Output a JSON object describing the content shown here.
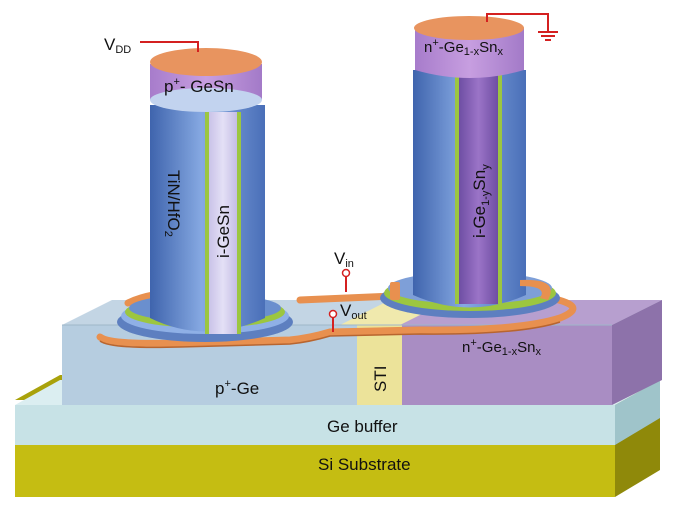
{
  "labels": {
    "vdd_main": "V",
    "vdd_sub": "DD",
    "left_cap_sup": "+",
    "left_cap_main": "p",
    "left_cap_rest": "- GeSn",
    "tin_main": "TiN/HfO",
    "tin_sub": "2",
    "i_gesn": "i-GeSn",
    "right_cap_main": "n",
    "right_cap_sup": "+",
    "right_cap_a": "-Ge",
    "right_cap_sub1": "1-x",
    "right_cap_b": "Sn",
    "right_cap_sub2": "x",
    "i_ge_main": "i-Ge",
    "i_ge_sub1": "1-y",
    "i_ge_b": "Sn",
    "i_ge_sub2": "y",
    "vin_main": "V",
    "vin_sub": "in",
    "vout_main": "V",
    "vout_sub": "out",
    "p_ge_main": "p",
    "p_ge_sup": "+",
    "p_ge_rest": "-Ge",
    "sti": "STI",
    "n_ge_main": "n",
    "n_ge_sup": "+",
    "n_ge_a": "-Ge",
    "n_ge_sub1": "1-x",
    "n_ge_b": "Sn",
    "n_ge_sub2": "x",
    "ge_buffer": "Ge buffer",
    "si_substrate": "Si Substrate"
  },
  "colors": {
    "si_substrate": "#c5bd12",
    "ge_buffer": "#c7e2e6",
    "p_ge": "#b6cde0",
    "n_ge": "#a98dc3",
    "sti": "#ece39a",
    "gate_blue": "#6a8fce",
    "oxide_green": "#9cc640",
    "cap_orange": "#e89a68",
    "cap_purple": "#b57fcf",
    "wire_red": "#d42020"
  }
}
